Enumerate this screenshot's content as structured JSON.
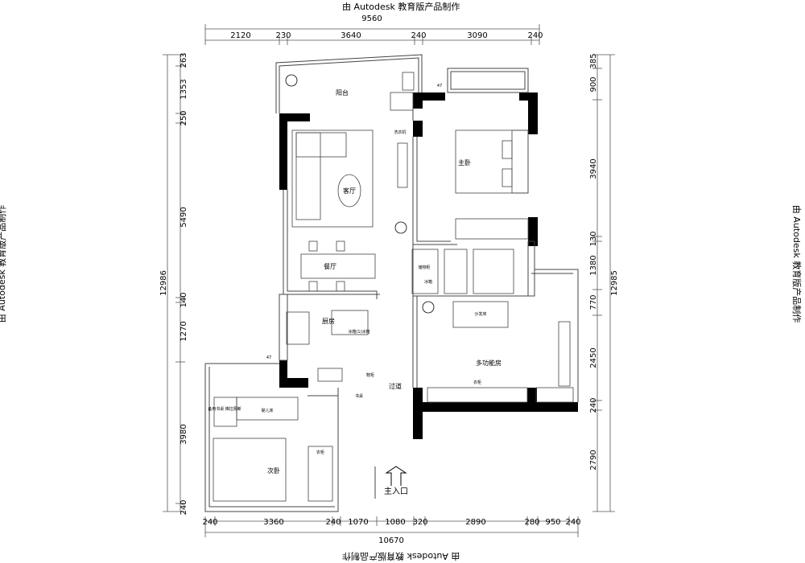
{
  "watermarks": {
    "top": "由 Autodesk 教育版产品制作",
    "bottom": "由 Autodesk 教育版产品制作",
    "left": "由 Autodesk 教育版产品制作",
    "right": "由 Autodesk 教育版产品制作"
  },
  "dimensions": {
    "top_total": "9560",
    "top": [
      "2120",
      "230",
      "3640",
      "240",
      "3090",
      "240"
    ],
    "bottom": [
      "240",
      "3360",
      "240",
      "1070",
      "1080",
      "320",
      "2890",
      "280",
      "950",
      "240"
    ],
    "bottom_total": "10670",
    "left": [
      "263",
      "1353",
      "250",
      "5490",
      "140",
      "1270",
      "3980",
      "240"
    ],
    "left_total": "12986",
    "right": [
      "385",
      "900",
      "3940",
      "130",
      "1380",
      "770",
      "2450",
      "240",
      "2790"
    ],
    "right_total": "12985"
  },
  "rooms": {
    "balcony": "阳台",
    "living": "客厅",
    "dining": "餐厅",
    "master": "主卧",
    "kitchen": "厨房",
    "corridor": "过道",
    "multi": "多功能房",
    "second": "次卧",
    "entrance": "主入口"
  },
  "labels": {
    "sofa": "沙发床",
    "crib": "婴儿床",
    "washer": "洗衣机",
    "shoe": "鞋柜",
    "fridge": "冰箱",
    "fridge_space": "冰箱(1)冰箱",
    "storage": "储物柜",
    "dresser": "衣柜",
    "desk": "书桌",
    "wardrobe_left": "备用书桌 推拉隔断",
    "wardrobe_second": "衣柜",
    "level": "47"
  }
}
